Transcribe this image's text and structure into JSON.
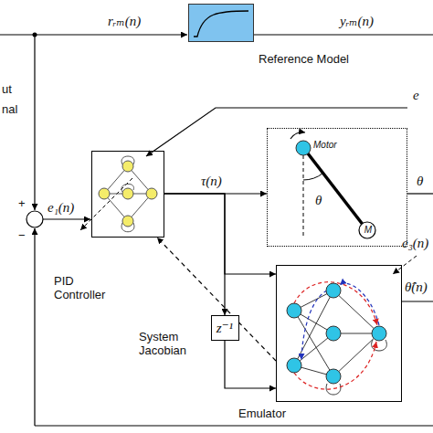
{
  "diagram": {
    "nodes": [
      {
        "text": [
          "Reference Model"
        ]
      },
      {
        "text": [
          "PID Controller"
        ]
      },
      {
        "text": [
          "Motor",
          "M",
          "θ"
        ]
      },
      {
        "text": [
          "z⁻¹"
        ]
      },
      {
        "text": [
          "Emulator"
        ]
      }
    ],
    "edges": [
      {
        "from": 1,
        "to": 2,
        "arrow": "to",
        "label": "τ(n)"
      },
      {
        "from": 1,
        "to": 3,
        "arrow": "to"
      },
      {
        "from": 3,
        "to": 4,
        "arrow": "to"
      },
      {
        "from": 1,
        "to": 4,
        "arrow": "to"
      },
      {
        "from": 4,
        "to": 1,
        "arrow": "to",
        "label": "System Jacobian"
      }
    ],
    "labels": [
      "rᵣₘ(n)",
      "yᵣₘ(n)",
      "ut",
      "nal",
      "e",
      "e₁(n)",
      "+",
      "−",
      "θ",
      "e₃(n)",
      "θ̂(n)"
    ]
  }
}
